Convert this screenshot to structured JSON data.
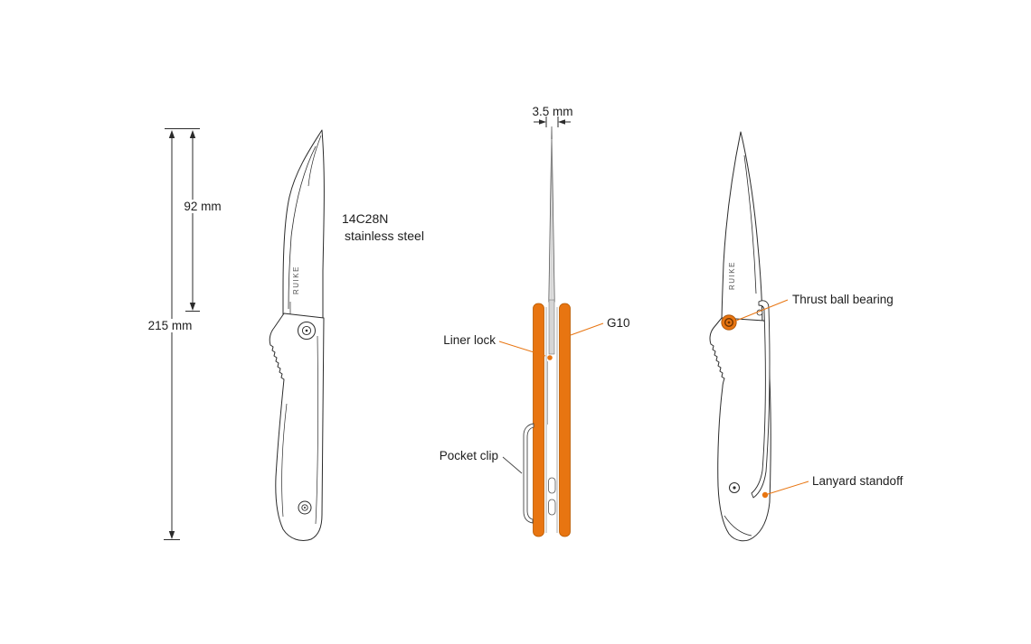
{
  "brand": "RUIKE",
  "colors": {
    "accent_orange": "#e87511",
    "line_dark": "#2b2b2b",
    "background": "#ffffff"
  },
  "open_view": {
    "blade_length": "92 mm",
    "overall_length": "215 mm",
    "blade_material_line1": "14C28N",
    "blade_material_line2": "stainless steel"
  },
  "edge_view": {
    "blade_thickness": "3.5 mm",
    "liner_lock_label": "Liner lock",
    "handle_material_label": "G10",
    "pocket_clip_label": "Pocket clip"
  },
  "back_view": {
    "thrust_ball_bearing_label": "Thrust ball bearing",
    "lanyard_standoff_label": "Lanyard standoff"
  }
}
